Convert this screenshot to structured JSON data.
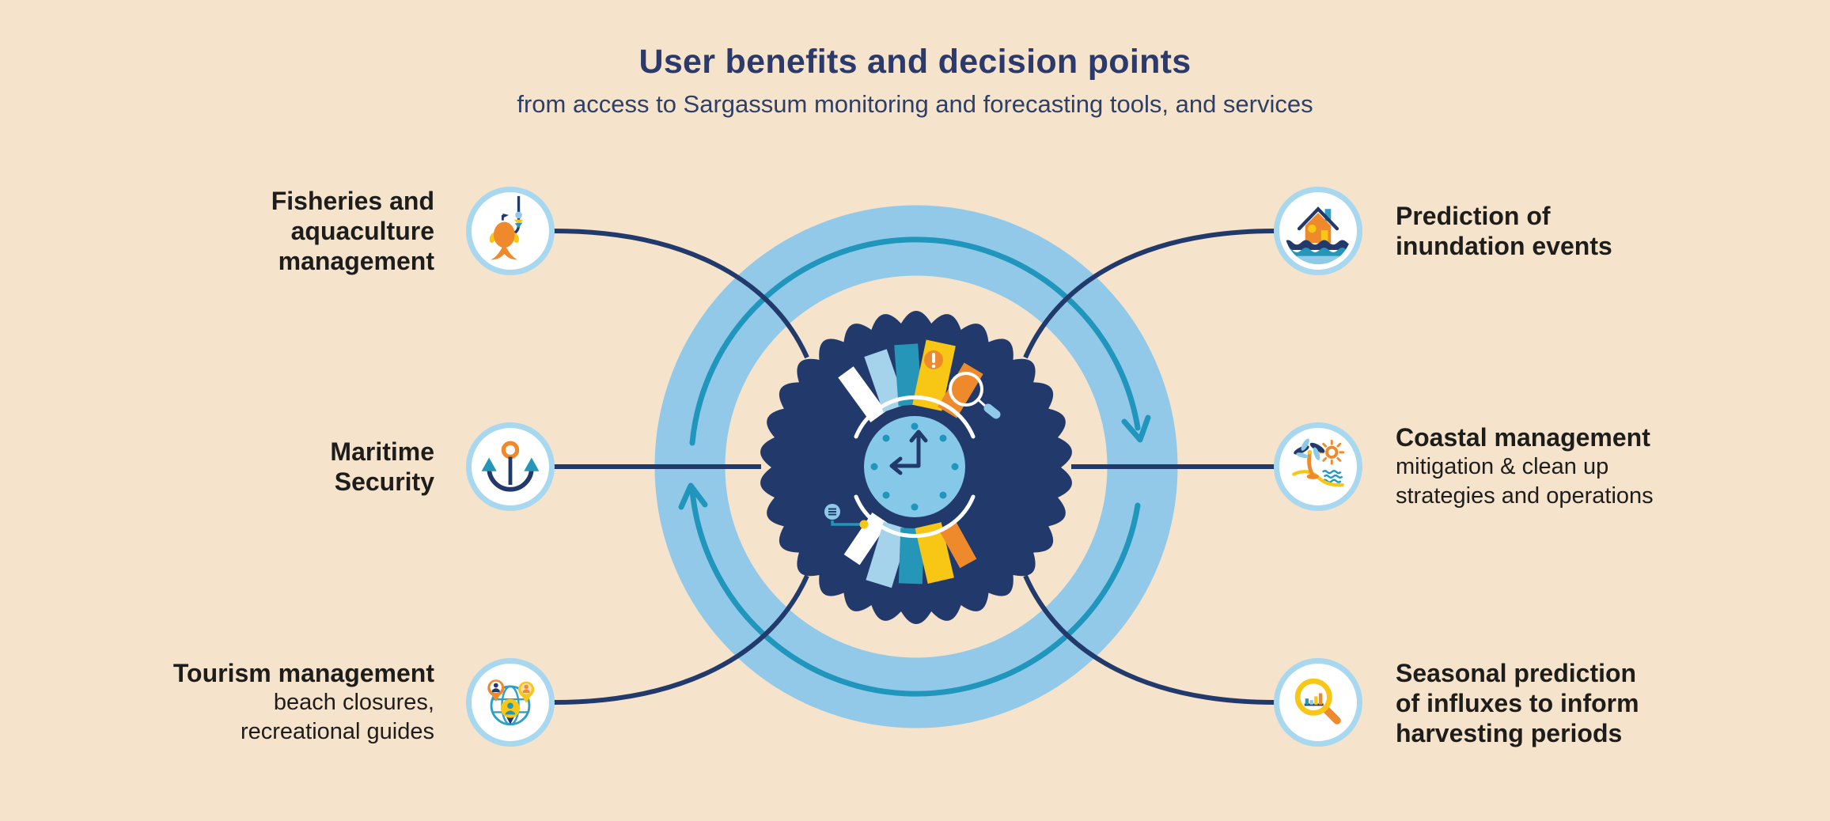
{
  "title": "User benefits and decision points",
  "subtitle": "from access to Sargassum monitoring and forecasting tools, and services",
  "center": {
    "description": "cyclical Sargassum season wheel with clock, seasonal influx bars, alert badge, magnifier and notes symbols",
    "icon_names": [
      "clock-icon",
      "alert-icon",
      "magnifier-icon",
      "notes-icon",
      "rotation-arrow-clockwise"
    ]
  },
  "items": {
    "left": [
      {
        "bold": "Fisheries and\naquaculture\nmanagement",
        "regular": "",
        "icon": "fish-hook-icon"
      },
      {
        "bold": "Maritime\nSecurity",
        "regular": "",
        "icon": "anchor-icon"
      },
      {
        "bold": "Tourism management",
        "regular": "beach closures,\nrecreational guides",
        "icon": "globe-pins-icon"
      }
    ],
    "right": [
      {
        "bold": "Prediction of\ninundation events",
        "regular": "",
        "icon": "flooded-house-icon"
      },
      {
        "bold": "Coastal management",
        "regular": "mitigation & clean up\nstrategies and operations",
        "icon": "beach-palm-icon"
      },
      {
        "bold": "Seasonal prediction\nof influxes to inform\nharvesting periods",
        "regular": "",
        "icon": "magnifier-chart-icon"
      }
    ]
  },
  "colors": {
    "background": "#f5e3cc",
    "navy": "#22396b",
    "title_navy": "#2b3a6a",
    "ring_blue": "#92c9e9",
    "teal": "#2196bc",
    "light_blue": "#a5d3ec",
    "clock_blue": "#85c8e8",
    "yellow": "#f8c716",
    "orange": "#ee8a2b",
    "text_black": "#1d1d1b",
    "icon_border": "#a7d8ef"
  }
}
